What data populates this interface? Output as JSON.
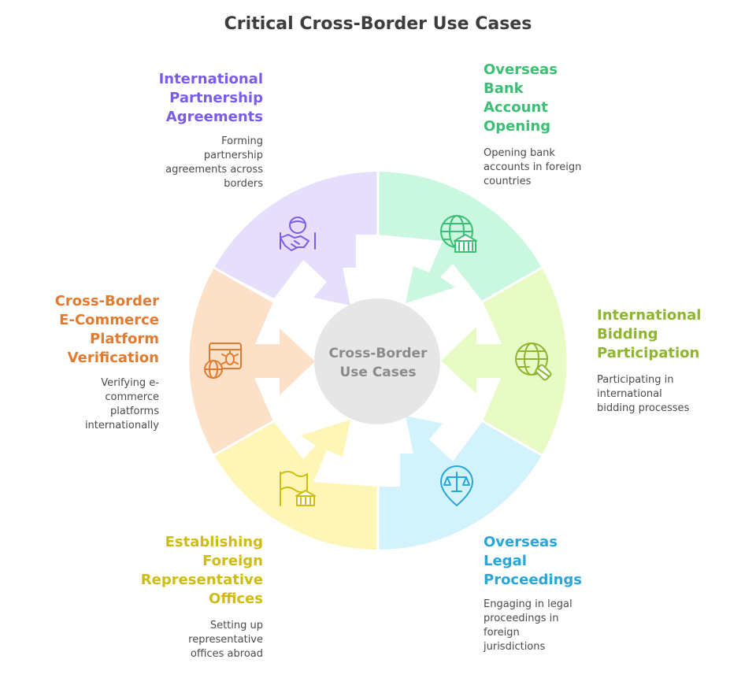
{
  "title": "Critical Cross-Border Use Cases",
  "center": {
    "line1": "Cross-Border",
    "line2": "Use Cases"
  },
  "colors": {
    "purple": "#7b5ce6",
    "purple_fill": "#e6dffb",
    "green": "#3cbf74",
    "green_fill": "#c9f7df",
    "lime": "#8db52f",
    "lime_fill": "#e8fbc4",
    "blue": "#2aa6d6",
    "blue_fill": "#d2f2fc",
    "yellow": "#cfbc10",
    "yellow_fill": "#fef6b6",
    "orange": "#e07b30",
    "orange_fill": "#fde0c8",
    "center_fill": "#e6e6e6"
  },
  "items": [
    {
      "id": "partnership",
      "icon": "handshake-globe-icon",
      "label": [
        "International",
        "Partnership",
        "Agreements"
      ],
      "desc": [
        "Forming",
        "partnership",
        "agreements across",
        "borders"
      ]
    },
    {
      "id": "bank",
      "icon": "globe-bank-icon",
      "label": [
        "Overseas",
        "Bank",
        "Account",
        "Opening"
      ],
      "desc": [
        "Opening bank",
        "accounts in foreign",
        "countries"
      ]
    },
    {
      "id": "bidding",
      "icon": "globe-tag-icon",
      "label": [
        "International",
        "Bidding",
        "Participation"
      ],
      "desc": [
        "Participating in",
        "international",
        "bidding processes"
      ]
    },
    {
      "id": "legal",
      "icon": "scales-pin-icon",
      "label": [
        "Overseas",
        "Legal",
        "Proceedings"
      ],
      "desc": [
        "Engaging in legal",
        "proceedings in",
        "foreign",
        "jurisdictions"
      ]
    },
    {
      "id": "offices",
      "icon": "flag-building-icon",
      "label": [
        "Establishing",
        "Foreign",
        "Representative",
        "Offices"
      ],
      "desc": [
        "Setting up",
        "representative",
        "offices abroad"
      ]
    },
    {
      "id": "ecommerce",
      "icon": "browser-bug-globe-icon",
      "label": [
        "Cross-Border",
        "E-Commerce",
        "Platform",
        "Verification"
      ],
      "desc": [
        "Verifying e-",
        "commerce",
        "platforms",
        "internationally"
      ]
    }
  ]
}
